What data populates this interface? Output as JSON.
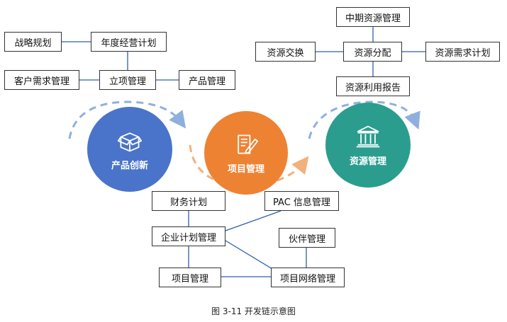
{
  "top_left": {
    "strategy": "战略规划",
    "annual_plan": "年度经营计划",
    "customer_needs": "客户需求管理",
    "project_setup": "立项管理",
    "product_mgmt": "产品管理"
  },
  "top_right": {
    "mid_term": "中期资源管理",
    "exchange": "资源交换",
    "allocation": "资源分配",
    "demand_plan": "资源需求计划",
    "usage_report": "资源利用报告"
  },
  "circles": {
    "product_innovation": "产品创新",
    "project_mgmt": "项目管理",
    "resource_mgmt": "资源管理"
  },
  "bottom": {
    "finance_plan": "财务计划",
    "pac": "PAC 信息管理",
    "enterprise_plan": "企业计划管理",
    "partner": "伙伴管理",
    "project": "项目管理",
    "project_network": "项目网络管理"
  },
  "caption": "图 3-11 开发链示意图",
  "colors": {
    "innovation": "#4a74c9",
    "project": "#ee8233",
    "resource": "#2a9d8f",
    "line": "#2f5fa8",
    "dash_blue": "#8fb0de",
    "dash_orange": "#f2b07c"
  }
}
